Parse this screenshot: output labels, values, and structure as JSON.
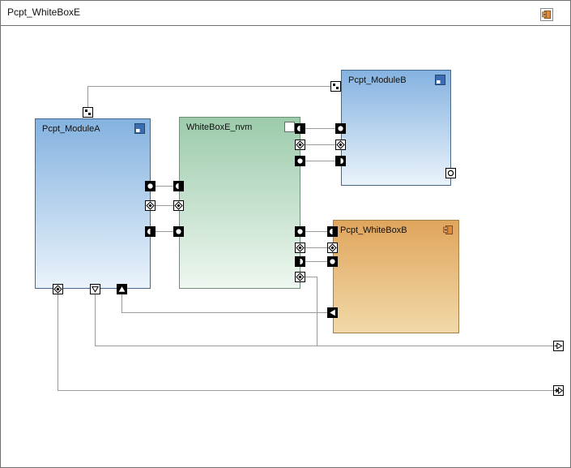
{
  "frame": {
    "title": "Pcpt_WhiteBoxE",
    "icon": "orange-component-icon"
  },
  "components": {
    "moduleA": {
      "label": "Pcpt_ModuleA",
      "icon": "blue-module-icon",
      "theme": "blue"
    },
    "nvm": {
      "label": "WhiteBoxE_nvm",
      "icon": "white-square-icon",
      "theme": "green"
    },
    "moduleB": {
      "label": "Pcpt_ModuleB",
      "icon": "blue-module-icon",
      "theme": "blue"
    },
    "whiteBoxB": {
      "label": "Pcpt_WhiteBoxB",
      "icon": "orange-component-icon",
      "theme": "orange"
    }
  },
  "ports": {
    "moduleA": {
      "top": [
        "composite-parts-port"
      ],
      "right": [
        "provided-data-port",
        "parameter-port",
        "required-data-port"
      ],
      "bottom": [
        "parameter-port",
        "trigger-sink-port",
        "trigger-source-port"
      ]
    },
    "nvm": {
      "left": [
        "required-data-port",
        "parameter-port",
        "provided-data-port"
      ],
      "right_top": [
        "required-data-port",
        "parameter-port",
        "provided-data-port"
      ],
      "right_mid": [
        "provided-data-port",
        "parameter-port",
        "required-data-port",
        "parameter-port"
      ]
    },
    "moduleB": {
      "left_top": [
        "composite-parts-port"
      ],
      "left": [
        "provided-data-port",
        "parameter-port",
        "required-data-port"
      ],
      "right_bottom": [
        "interface-ball-port"
      ]
    },
    "whiteBoxB": {
      "left": [
        "required-data-port",
        "parameter-port",
        "provided-data-port"
      ],
      "left_bottom": [
        "client-port"
      ]
    },
    "frame_right": [
      "delegation-port",
      "delegation-port-double"
    ]
  },
  "port_glyphs": {
    "provided-data-port": "●",
    "required-data-port": "◖",
    "parameter-port": "◈",
    "trigger-sink-port": "▽",
    "trigger-source-port": "▲",
    "client-port": "◀",
    "interface-ball-port": "○",
    "composite-parts-port": "∷",
    "delegation-port": "▷"
  },
  "colors": {
    "blue-top": "#84b2e0",
    "blue-bottom": "#eaf3fb",
    "blue-border": "#46688e",
    "green-top": "#9ccbab",
    "green-bottom": "#eef7f0",
    "green-border": "#6e9079",
    "orange-top": "#e0a55c",
    "orange-bottom": "#f1d9a9",
    "orange-border": "#a87c42",
    "icon-blue": "#3c6db3",
    "icon-orange": "#e08a3c",
    "wire": "#9a9a9a",
    "frame-border": "#707070",
    "port-black": "#000000"
  }
}
